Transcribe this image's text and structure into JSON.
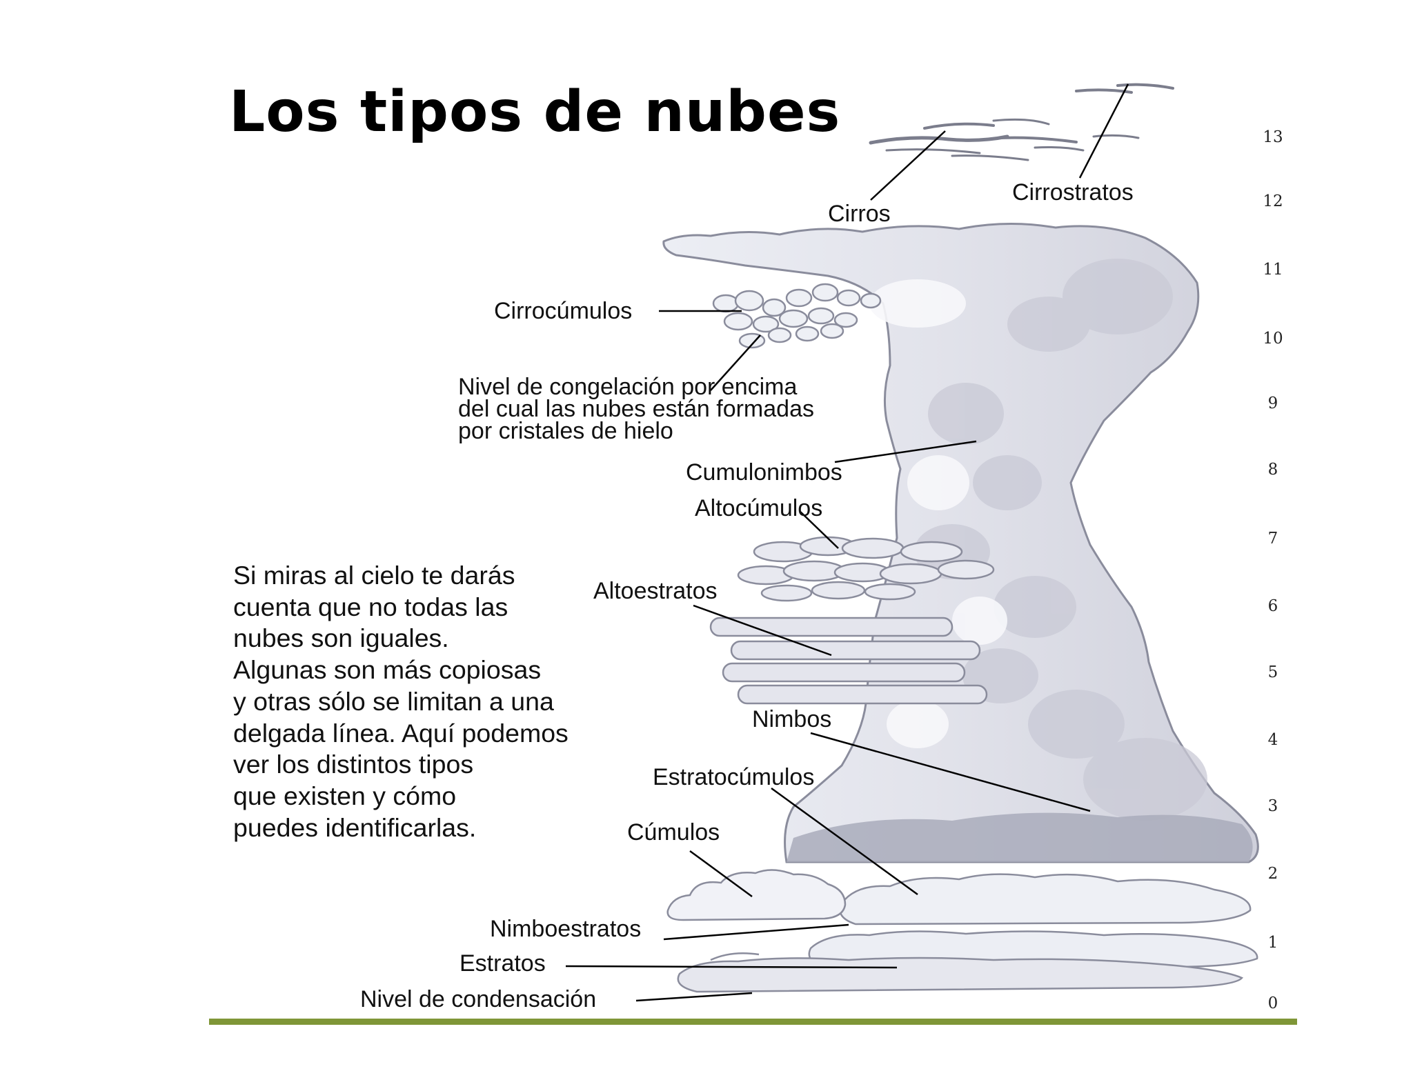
{
  "title": "Los tipos de nubes",
  "labels": {
    "cirros": "Cirros",
    "cirrostratos": "Cirrostratos",
    "cirrocumulos": "Cirrocúmulos",
    "cumulonimbos": "Cumulonimbos",
    "altocumulos": "Altocúmulos",
    "altoestratos": "Altoestratos",
    "nimbos": "Nimbos",
    "estratocumulos": "Estratocúmulos",
    "cumulos": "Cúmulos",
    "nimboestratos": "Nimboestratos",
    "estratos": "Estratos",
    "nivel_condensacion": "Nivel de condensación"
  },
  "freezing_level": [
    "Nivel de congelación por encima",
    "del cual las nubes están formadas",
    "por cristales de hielo"
  ],
  "intro_text": [
    "Si miras al cielo te darás",
    "cuenta que no todas las",
    "nubes son iguales.",
    "Algunas son más copiosas",
    "y otras sólo se limitan a una",
    "delgada línea. Aquí podemos",
    "ver los distintos tipos",
    "que existen y cómo",
    "puedes identificarlas."
  ],
  "altitude_scale": [
    "13",
    "12",
    "11",
    "10",
    "9",
    "8",
    "7",
    "6",
    "5",
    "4",
    "3",
    "2",
    "1",
    "0"
  ],
  "colors": {
    "cloud_light": "#f4f4f8",
    "cloud_mid": "#d9dae3",
    "cloud_dark": "#b3b5c4",
    "cloud_outline": "#8a8c9c",
    "baseline": "#7f9637"
  }
}
